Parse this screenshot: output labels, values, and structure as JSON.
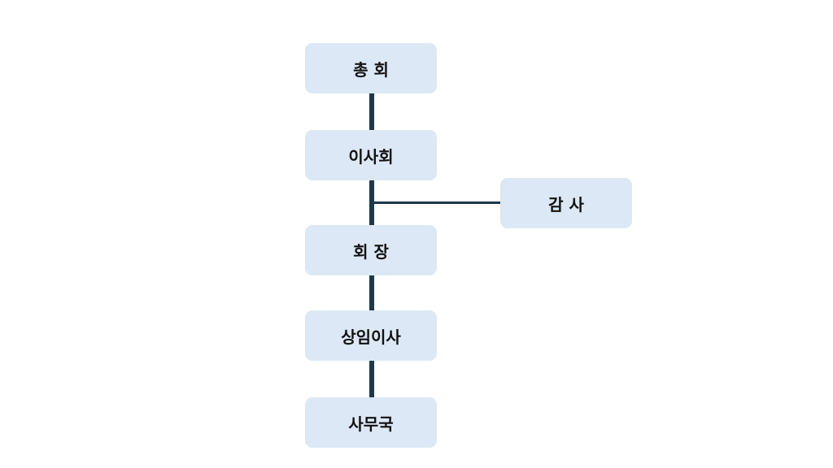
{
  "org_chart": {
    "nodes": {
      "general_assembly": "총 회",
      "board_of_directors": "이사회",
      "auditor": "감 사",
      "chairman": "회 장",
      "executive_director": "상임이사",
      "secretariat": "사무국"
    }
  },
  "colors": {
    "node_fill": "#dce8f5",
    "connector": "#1c3a4a",
    "text": "#111111"
  }
}
